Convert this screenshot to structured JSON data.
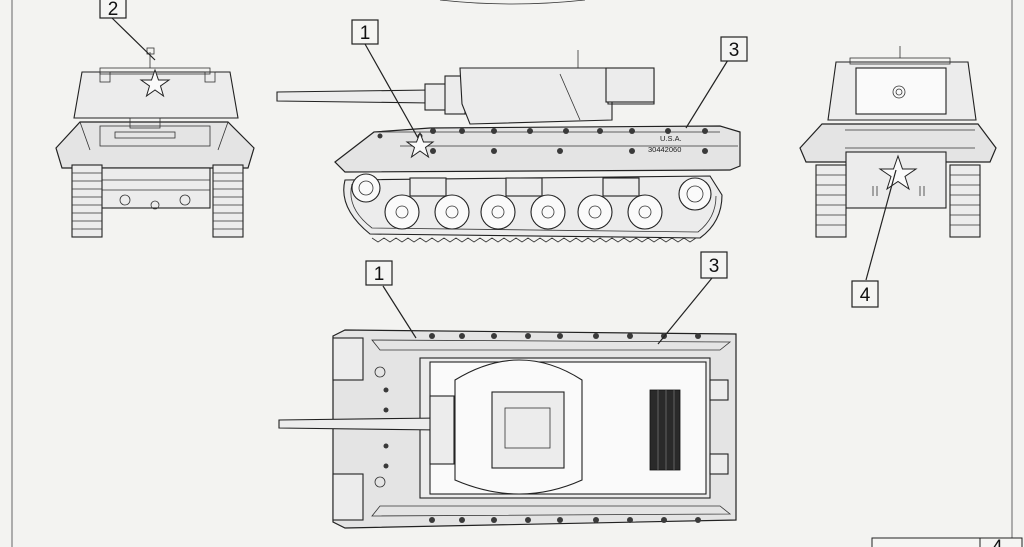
{
  "callouts": [
    {
      "id": "callout-2",
      "label": "2"
    },
    {
      "id": "callout-1-side",
      "label": "1"
    },
    {
      "id": "callout-3-side",
      "label": "3"
    },
    {
      "id": "callout-1-top",
      "label": "1"
    },
    {
      "id": "callout-3-top",
      "label": "3"
    },
    {
      "id": "callout-4",
      "label": "4"
    }
  ],
  "markings": {
    "side_text_1": "U.S.A.",
    "side_text_2": "30442060",
    "star_icon": "white-star-icon"
  },
  "page_corner": {
    "partial_text": "4"
  },
  "colors": {
    "paper": "#f3f3f1",
    "line": "#222222",
    "hull": "#e4e4e4"
  }
}
